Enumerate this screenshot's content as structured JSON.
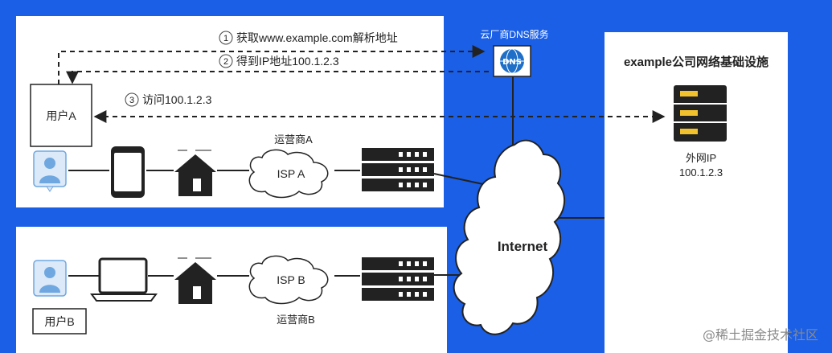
{
  "colors": {
    "background": "#1a5fe6",
    "panel": "#ffffff",
    "icon_dark": "#222222",
    "user_icon": "#6fa7e0",
    "dns_icon": "#1f6fc9",
    "server_accent": "#f2c12e"
  },
  "steps": {
    "step1": {
      "num": "1",
      "text": "获取www.example.com解析地址"
    },
    "step2": {
      "num": "2",
      "text": "得到IP地址100.1.2.3"
    },
    "step3": {
      "num": "3",
      "text": "访问100.1.2.3"
    }
  },
  "dns": {
    "title": "云厂商DNS服务",
    "icon_text": "DNS",
    "icon": "dns-globe-icon"
  },
  "infra": {
    "title": "example公司网络基础设施",
    "server_label": "外网IP",
    "server_ip": "100.1.2.3",
    "icon": "server-icon"
  },
  "user_a": {
    "label": "用户A",
    "icon": "user-avatar-icon",
    "device_icon": "smartphone-icon",
    "home_icon": "house-icon",
    "isp_label": "ISP A",
    "operator_label": "运营商A",
    "isp_icon": "cloud-icon",
    "server_icon": "server-rack-icon"
  },
  "user_b": {
    "label": "用户B",
    "icon": "user-avatar-icon",
    "device_icon": "laptop-icon",
    "home_icon": "house-icon",
    "isp_label": "ISP B",
    "operator_label": "运营商B",
    "isp_icon": "cloud-icon",
    "server_icon": "server-rack-icon"
  },
  "internet": {
    "label": "Internet",
    "icon": "internet-cloud-icon"
  },
  "watermark": "@稀土掘金技术社区"
}
